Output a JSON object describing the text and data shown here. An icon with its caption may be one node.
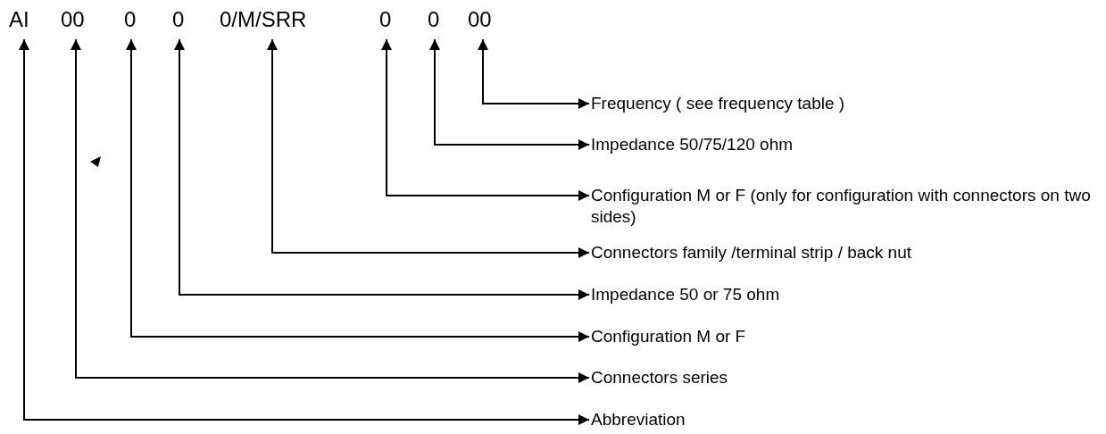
{
  "diagram": {
    "nodes": [
      {
        "text": [
          "AI"
        ]
      },
      {
        "text": [
          "00"
        ]
      },
      {
        "text": [
          "0"
        ]
      },
      {
        "text": [
          "0"
        ]
      },
      {
        "text": [
          "0/M/SRR"
        ]
      },
      {
        "text": [
          "0"
        ]
      },
      {
        "text": [
          "0"
        ]
      },
      {
        "text": [
          "00"
        ]
      },
      {
        "text": [
          "Frequency ( see frequency table )"
        ]
      },
      {
        "text": [
          "Impedance 50/75/120 ohm"
        ]
      },
      {
        "text": [
          "Configuration M or F (only for configuration with connectors on two sides)"
        ]
      },
      {
        "text": [
          "Connectors family /terminal strip / back nut"
        ]
      },
      {
        "text": [
          "Impedance 50 or 75 ohm"
        ]
      },
      {
        "text": [
          "Configuration M or F"
        ]
      },
      {
        "text": [
          "Connectors series"
        ]
      },
      {
        "text": [
          "Abbreviation"
        ]
      }
    ],
    "edges": [
      {
        "from": 0,
        "to": 15,
        "arrow": "both"
      },
      {
        "from": 1,
        "to": 14,
        "arrow": "both"
      },
      {
        "from": 2,
        "to": 13,
        "arrow": "both"
      },
      {
        "from": 3,
        "to": 12,
        "arrow": "both"
      },
      {
        "from": 4,
        "to": 11,
        "arrow": "both"
      },
      {
        "from": 5,
        "to": 10,
        "arrow": "both"
      },
      {
        "from": 6,
        "to": 9,
        "arrow": "both"
      },
      {
        "from": 7,
        "to": 8,
        "arrow": "both"
      }
    ]
  }
}
